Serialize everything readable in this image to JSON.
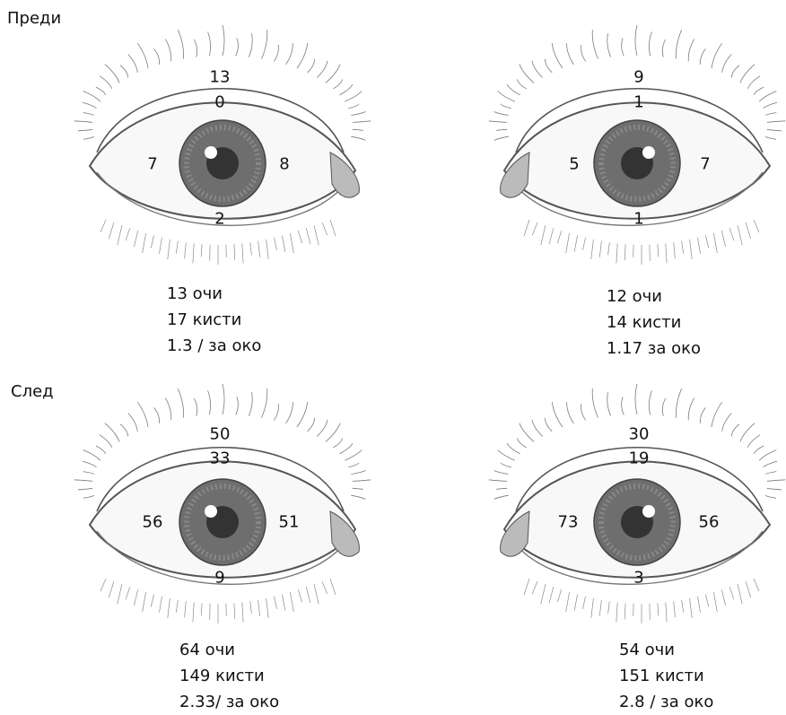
{
  "sections": {
    "before": {
      "label": "Преди"
    },
    "after": {
      "label": "След"
    }
  },
  "eyes": {
    "before_left": {
      "top_outer": "13",
      "top_inner": "0",
      "left": "7",
      "right": "8",
      "bottom": "2",
      "stats": [
        "13 очи",
        "17 кисти",
        "1.3 / за око"
      ]
    },
    "before_right": {
      "top_outer": "9",
      "top_inner": "1",
      "left": "5",
      "right": "7",
      "bottom": "1",
      "stats": [
        "12 очи",
        "14 кисти",
        "1.17 за око"
      ]
    },
    "after_left": {
      "top_outer": "50",
      "top_inner": "33",
      "left": "56",
      "right": "51",
      "bottom": "9",
      "stats": [
        "64 очи",
        "149 кисти",
        "2.33/ за око"
      ]
    },
    "after_right": {
      "top_outer": "30",
      "top_inner": "19",
      "left": "73",
      "right": "56",
      "bottom": "3",
      "stats": [
        "54 очи",
        "151 кисти",
        "2.8 / за око"
      ]
    }
  },
  "colors": {
    "iris": "#6e6e6e",
    "pupil": "#333333",
    "sketch": "#555555"
  }
}
